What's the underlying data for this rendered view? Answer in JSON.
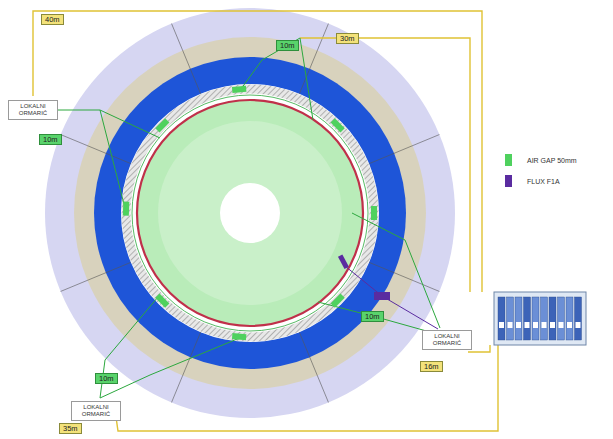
{
  "diagram": {
    "nodes": [
      {
        "text": [
          "LOKALNI ORMARIĆ"
        ]
      },
      {
        "text": [
          "LOKALNI ORMARIĆ"
        ]
      },
      {
        "text": [
          "LOKALNI ORMARIĆ"
        ]
      }
    ],
    "labels": [
      "40m",
      "30m",
      "10m",
      "10m",
      "10m",
      "16m",
      "10m",
      "35m"
    ],
    "legend": [
      {
        "text": "AIR GAP 50mm",
        "color": "#4fd15e"
      },
      {
        "text": "FLUX F1A",
        "color": "#5a2ca0"
      }
    ]
  }
}
